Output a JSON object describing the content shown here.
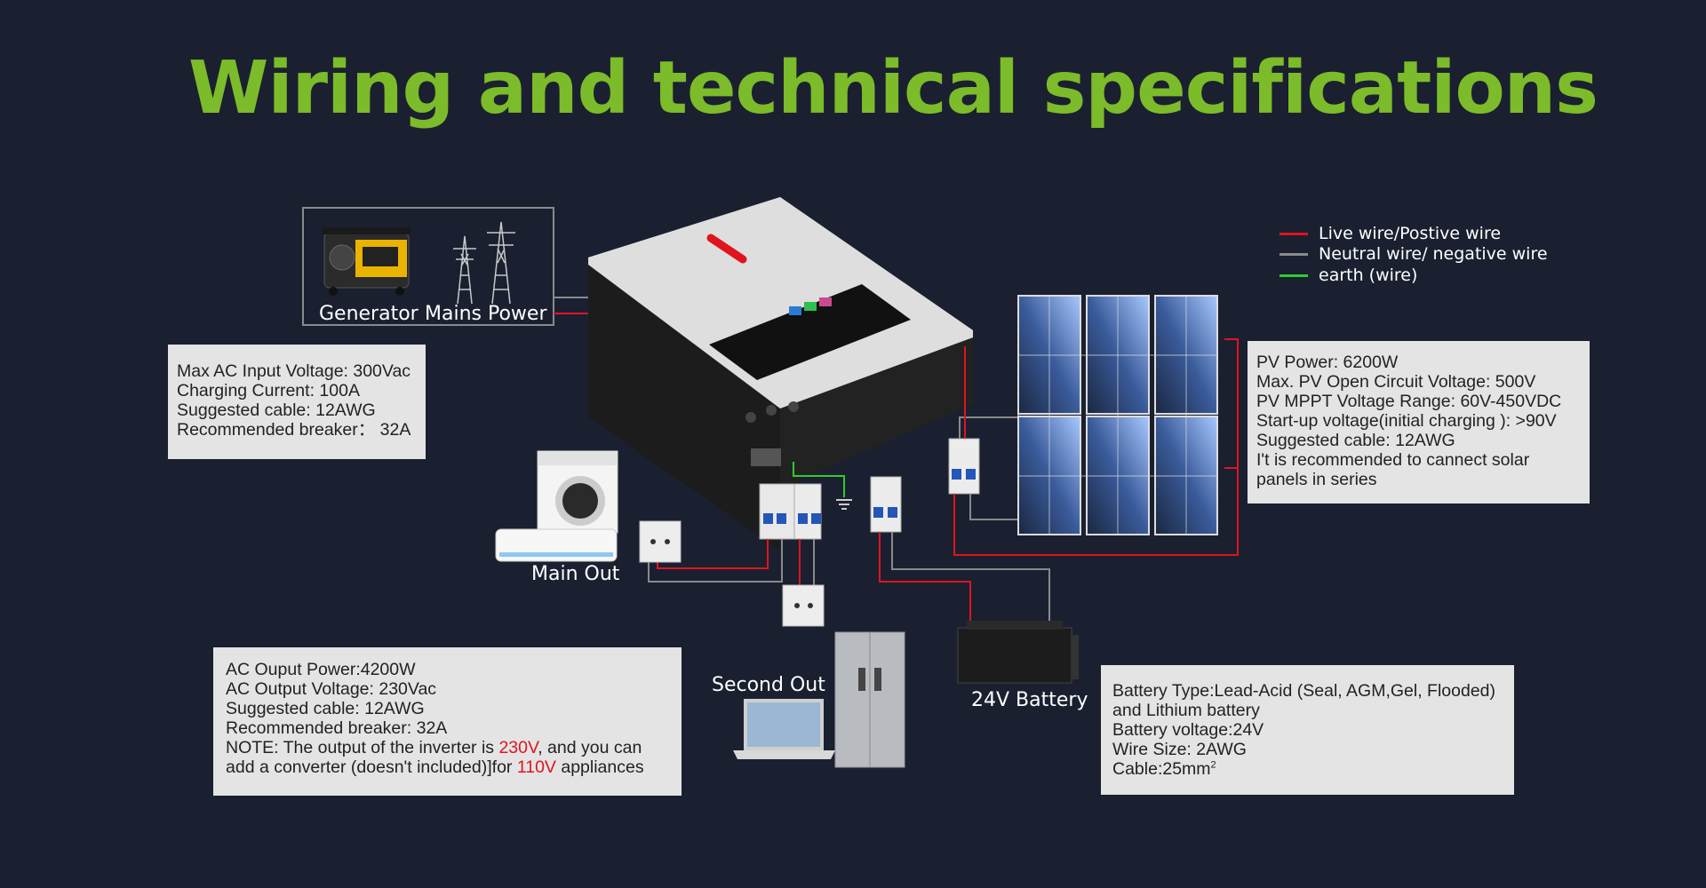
{
  "title": "Wiring and technical specifications",
  "colors": {
    "background": "#1a2030",
    "title": "#7cbb2a",
    "live_wire": "#e0141e",
    "neutral_wire": "#8a8a8a",
    "earth_wire": "#2ecc2e",
    "box_bg": "#e4e4e4"
  },
  "legend": [
    {
      "label": "Live wire/Postive wire",
      "color": "#e0141e"
    },
    {
      "label": "Neutral wire/ negative wire",
      "color": "#8a8a8a"
    },
    {
      "label": "earth (wire)",
      "color": "#2ecc2e"
    }
  ],
  "labels": {
    "generator": "Generator",
    "mains_power": "Mains Power",
    "main_out": "Main Out",
    "second_out": "Second Out",
    "battery": "24V Battery"
  },
  "ac_input_box": {
    "lines": [
      "Max AC Input Voltage: 300Vac",
      "Charging Current: 100A",
      "Suggested cable: 12AWG",
      "Recommended breaker： 32A"
    ]
  },
  "pv_box": {
    "lines": [
      "PV Power: 6200W",
      "Max. PV Open Circuit Voltage: 500V",
      "PV MPPT Voltage Range: 60V-450VDC",
      "Start-up voltage(initial charging ): >90V",
      "Suggested cable: 12AWG",
      "I't is recommended to cannect solar",
      "panels in series"
    ]
  },
  "ac_output_box": {
    "lines": [
      "AC Ouput Power:4200W",
      "AC Output Voltage: 230Vac",
      "Suggested cable: 12AWG",
      "Recommended breaker: 32A"
    ],
    "note_prefix": "NOTE: The output of the inverter is ",
    "note_v1": "230V",
    "note_mid": ", and you can",
    "note_line2_prefix": "add a converter (doesn't included)]for ",
    "note_v2": "110V",
    "note_suffix": " appliances"
  },
  "battery_box": {
    "lines": [
      "Battery Type:Lead-Acid (Seal, AGM,Gel, Flooded)",
      "and Lithium battery",
      "Battery voltage:24V",
      "Wire Size: 2AWG"
    ],
    "cable_prefix": "Cable:25mm",
    "cable_sup": "2"
  },
  "icons": [
    "generator-icon",
    "transmission-tower-icon",
    "inverter-icon",
    "solar-panel-icon",
    "circuit-breaker-icon",
    "washing-machine-icon",
    "air-conditioner-icon",
    "wall-socket-icon",
    "laptop-icon",
    "refrigerator-icon",
    "battery-icon",
    "ground-icon"
  ]
}
